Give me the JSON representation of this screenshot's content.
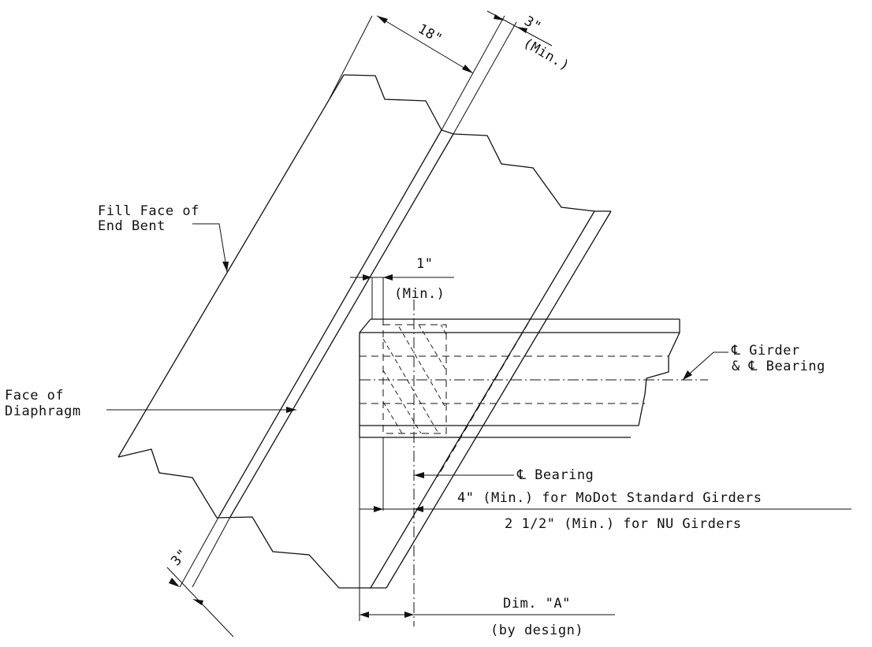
{
  "labels": {
    "dim_18": "18\"",
    "dim_3_top": "3\"",
    "min_top_right": "(Min.)",
    "fill_face_line1": "Fill Face of",
    "fill_face_line2": "End Bent",
    "dim_1": "1\"",
    "min_1": "(Min.)",
    "cl_girder_line1": "℄ Girder",
    "cl_girder_line2": "& ℄ Bearing",
    "face_diaphragm_line1": "Face of",
    "face_diaphragm_line2": "Diaphragm",
    "cl_bearing": "℄ Bearing",
    "modot_min": "4\" (Min.) for MoDot Standard Girders",
    "nu_min": "2 1/2\" (Min.) for NU Girders",
    "dim_3_bottom": "3\"",
    "dim_a": "Dim. \"A\"",
    "by_design": "(by design)"
  }
}
